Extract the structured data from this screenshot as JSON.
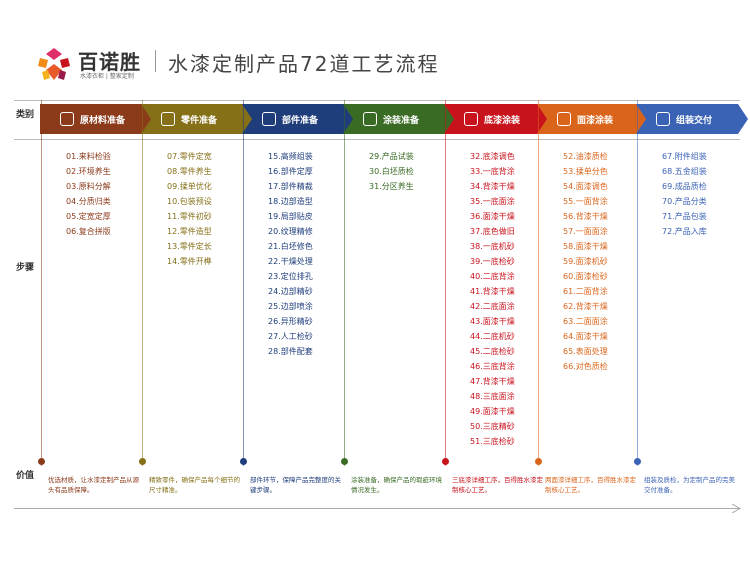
{
  "brand": {
    "name": "百诺胜",
    "tagline": "水漆衣柜 | 整家定制"
  },
  "title": "水漆定制产品72道工艺流程",
  "rows": {
    "category": "类别",
    "steps": "步骤",
    "value": "价值"
  },
  "colors": [
    "#8b3a1a",
    "#857018",
    "#1e3d7a",
    "#3a6b24",
    "#c8121c",
    "#d9641a",
    "#3b63b5"
  ],
  "icons": [
    "hand-icon",
    "chat-icon",
    "saw-icon",
    "ruler-icon",
    "paint-roller-icon",
    "brush-icon",
    "box-icon"
  ],
  "columns": [
    {
      "name": "原材料准备",
      "steps": [
        "01.来料检验",
        "02.环境养生",
        "03.原料分解",
        "04.分质归类",
        "05.定宽定厚",
        "06.复合拼版"
      ],
      "value": "优选材质，让水漆定制产品从源头有品质保障。"
    },
    {
      "name": "零件准备",
      "steps": [
        "07.零件定宽",
        "08.零件养生",
        "09.揉单优化",
        "10.包装预设",
        "11.零件初砂",
        "12.零件造型",
        "13.零件定长",
        "14.零件开榫"
      ],
      "value": "精致零件，确保产品每个细节的尺寸精准。"
    },
    {
      "name": "部件准备",
      "steps": [
        "15.高频组装",
        "16.部件定厚",
        "17.部件精裁",
        "18.边部造型",
        "19.局部贴皮",
        "20.纹理精修",
        "21.白坯修色",
        "22.干燥处理",
        "23.定位排孔",
        "24.边部精砂",
        "25.边部喷涂",
        "26.异形精砂",
        "27.人工检砂",
        "28.部件配套"
      ],
      "value": "部件环节，保障产品完整度的关键步骤。"
    },
    {
      "name": "涂装准备",
      "steps": [
        "29.产品试装",
        "30.白坯质检",
        "31.分区养生"
      ],
      "value": "涂装准备，确保产品的瑕疵环境情况发生。"
    },
    {
      "name": "底漆涂装",
      "steps": [
        "32.底漆调色",
        "33.一底背涂",
        "34.背漆干燥",
        "35.一底面涂",
        "36.面漆干燥",
        "37.底色做旧",
        "38.一底机砂",
        "39.一底检砂",
        "40.二底背涂",
        "41.背漆干燥",
        "42.二底面涂",
        "43.面漆干燥",
        "44.二底机砂",
        "45.二底检砂",
        "46.三底背涂",
        "47.背漆干燥",
        "48.三底面涂",
        "49.面漆干燥",
        "50.三底精砂",
        "51.三底检砂"
      ],
      "value": "三底漆详细工序，百得胜水漆定制核心工艺。"
    },
    {
      "name": "面漆涂装",
      "steps": [
        "52.油漆质检",
        "53.揉单分色",
        "54.面漆调色",
        "55.一面背涂",
        "56.背漆干燥",
        "57.一面面涂",
        "58.面漆干燥",
        "59.面漆机砂",
        "60.面漆检砂",
        "61.二面背涂",
        "62.背漆干燥",
        "63.二面面涂",
        "64.面漆干燥",
        "65.表面处理",
        "66.对色质检"
      ],
      "value": "两面漆详细工序，百得胜水漆定制核心工艺。"
    },
    {
      "name": "组装交付",
      "steps": [
        "67.附件组装",
        "68.五金组装",
        "69.成品质检",
        "70.产品分类",
        "71.产品包装",
        "72.产品入库"
      ],
      "value": "组装及质检，为定制产品的完美交付准备。"
    }
  ]
}
